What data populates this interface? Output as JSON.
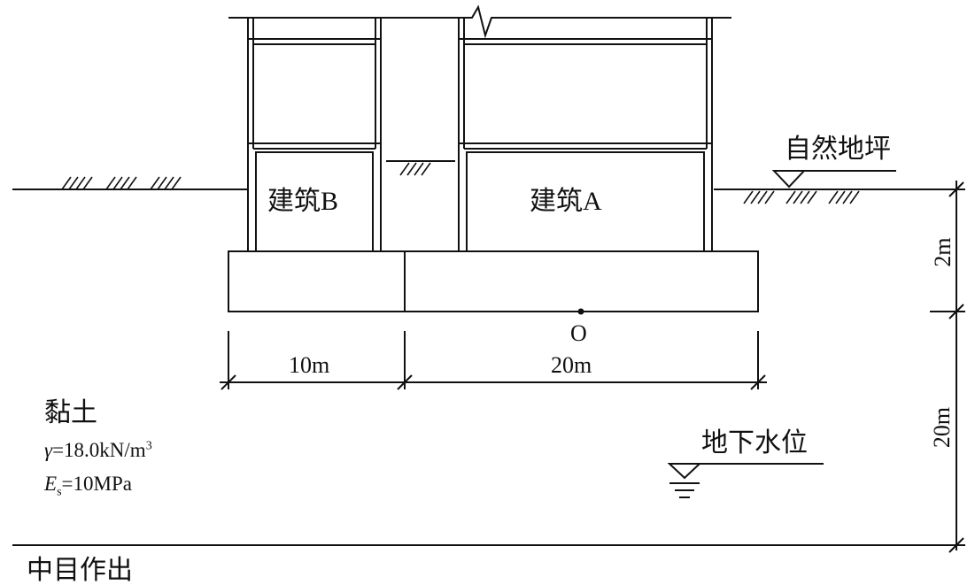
{
  "buildings": {
    "b": "建筑B",
    "a": "建筑A"
  },
  "labels": {
    "natural_ground": "自然地坪",
    "groundwater": "地下水位",
    "center": "O",
    "clipped_bottom": "中目作出"
  },
  "dimensions": {
    "width_b": "10m",
    "width_a": "20m",
    "depth_foundation": "2m",
    "depth_soil": "20m"
  },
  "soil": {
    "name": "黏土",
    "gamma_symbol": "γ",
    "gamma_rest": "=18.0kN/m",
    "gamma_sup": "3",
    "es_symbol": "E",
    "es_sub": "s",
    "es_rest": "=10MPa"
  }
}
